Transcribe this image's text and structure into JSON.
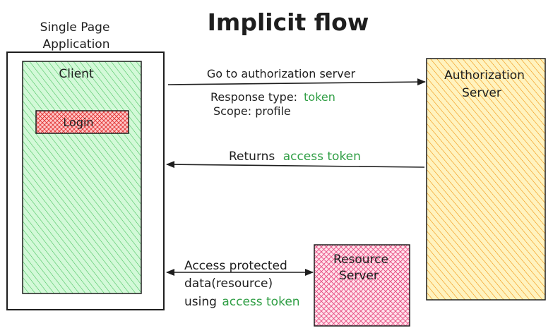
{
  "title": "Implicit flow",
  "spa": {
    "caption_line1": "Single Page",
    "caption_line2": "Application",
    "client_label": "Client",
    "login_label": "Login"
  },
  "auth_server": {
    "line1": "Authorization",
    "line2": "Server"
  },
  "resource_server": {
    "line1": "Resource",
    "line2": "Server"
  },
  "request": {
    "label": "Go to authorization server",
    "response_type_label": "Response type:",
    "response_type_value": "token",
    "scope": "Scope: profile"
  },
  "response": {
    "prefix": "Returns",
    "value": "access token"
  },
  "resource_access": {
    "line1": "Access protected",
    "line2": "data(resource)",
    "line3_prefix": "using",
    "line3_value": "access token"
  },
  "colors": {
    "ink": "#1e1e1e",
    "token_green": "#2f9e44",
    "client_fill": "#b2f2bb",
    "client_hatch": "#40c057",
    "login_fill": "#ffc9c9",
    "login_hatch": "#e03131",
    "auth_fill": "#ffec99",
    "auth_hatch": "#f08c00",
    "resource_fill": "#fcc2d7",
    "resource_hatch": "#e64980"
  }
}
